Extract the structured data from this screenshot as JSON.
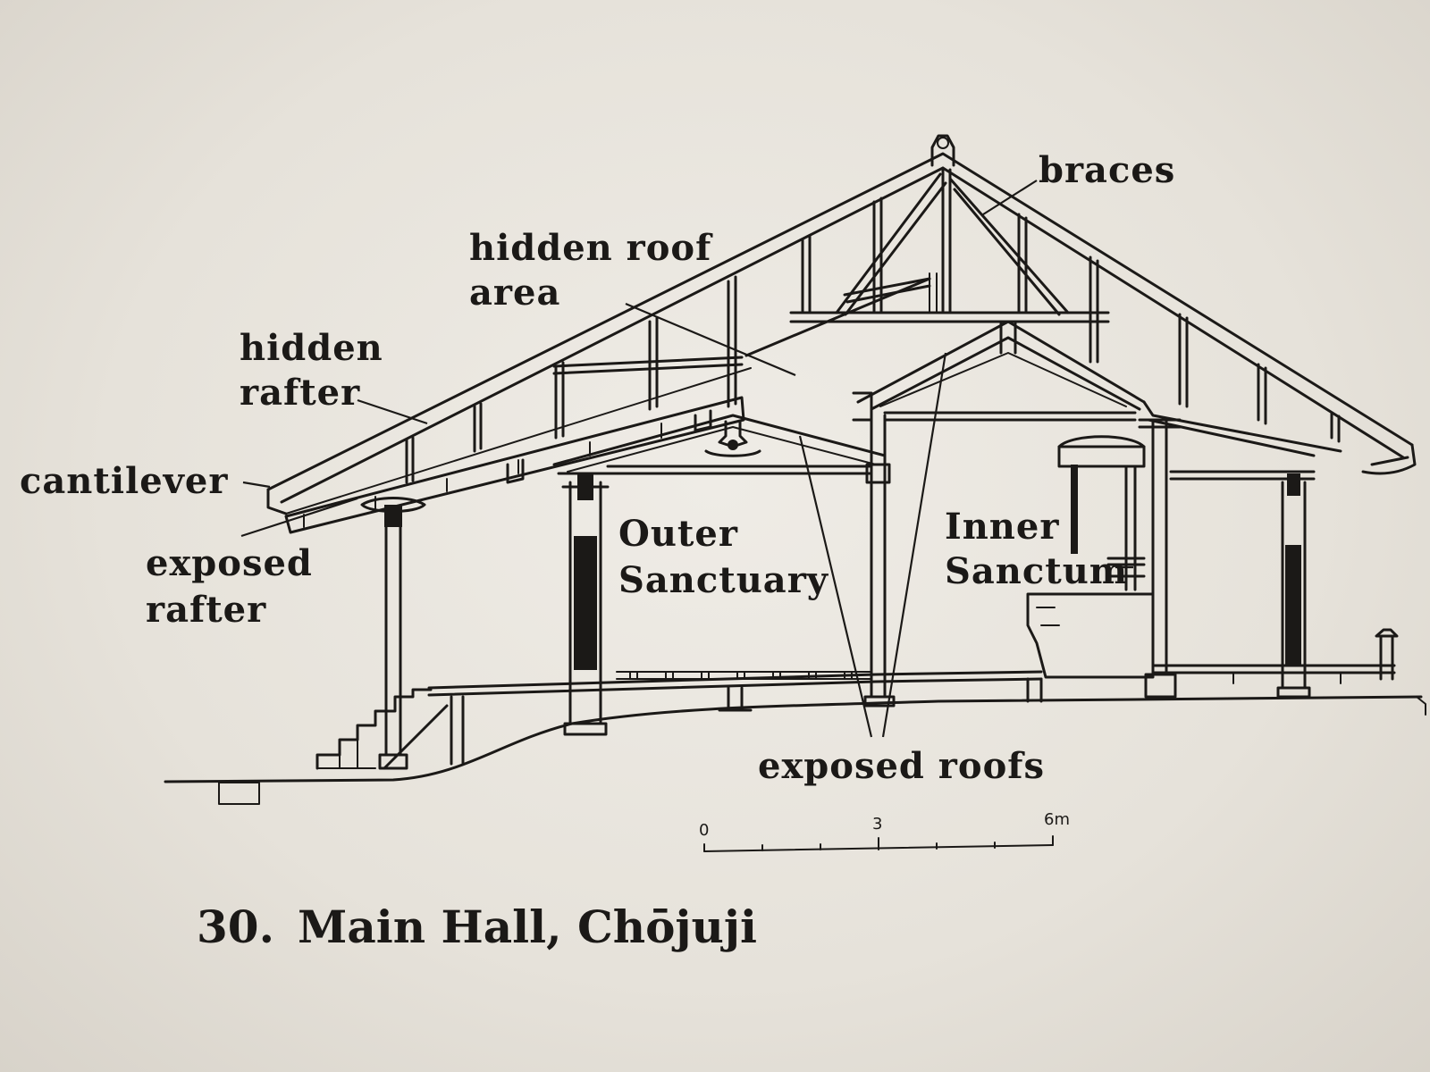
{
  "labels": {
    "braces": "braces",
    "hidden_roof_area": [
      "hidden roof",
      "area"
    ],
    "hidden_rafter": [
      "hidden",
      "rafter"
    ],
    "cantilever": "cantilever",
    "exposed_rafter": [
      "exposed",
      "rafter"
    ],
    "outer_sanctuary": [
      "Outer",
      "Sanctuary"
    ],
    "inner_sanctum": [
      "Inner",
      "Sanctum"
    ],
    "exposed_roofs": "exposed roofs"
  },
  "scale_bar": {
    "ticks": [
      "0",
      "3",
      "6m"
    ]
  },
  "caption": {
    "number": "30.",
    "title": "Main Hall, Chōjuji"
  }
}
